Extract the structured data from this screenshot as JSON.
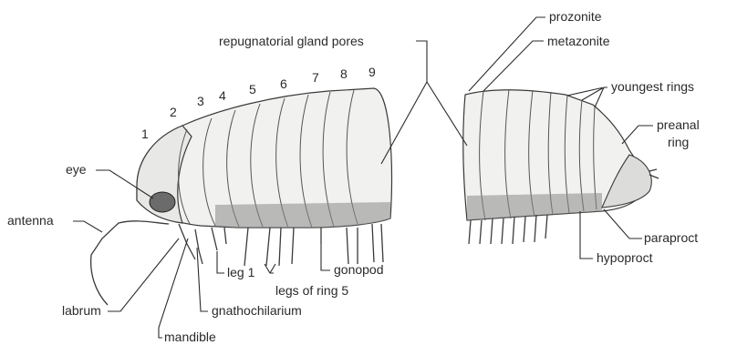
{
  "labels": {
    "repugnatorial": "repugnatorial gland pores",
    "prozonite": "prozonite",
    "metazonite": "metazonite",
    "youngest_rings": "youngest rings",
    "preanal_1": "preanal",
    "preanal_2": "ring",
    "eye": "eye",
    "antenna": "antenna",
    "labrum": "labrum",
    "mandible": "mandible",
    "gnathochilarium": "gnathochilarium",
    "leg1": "leg 1",
    "legs_ring5": "legs of ring 5",
    "gonopod": "gonopod",
    "paraproct": "paraproct",
    "hypoproct": "hypoproct"
  },
  "ring_numbers": [
    "1",
    "2",
    "3",
    "4",
    "5",
    "6",
    "7",
    "8",
    "9"
  ]
}
